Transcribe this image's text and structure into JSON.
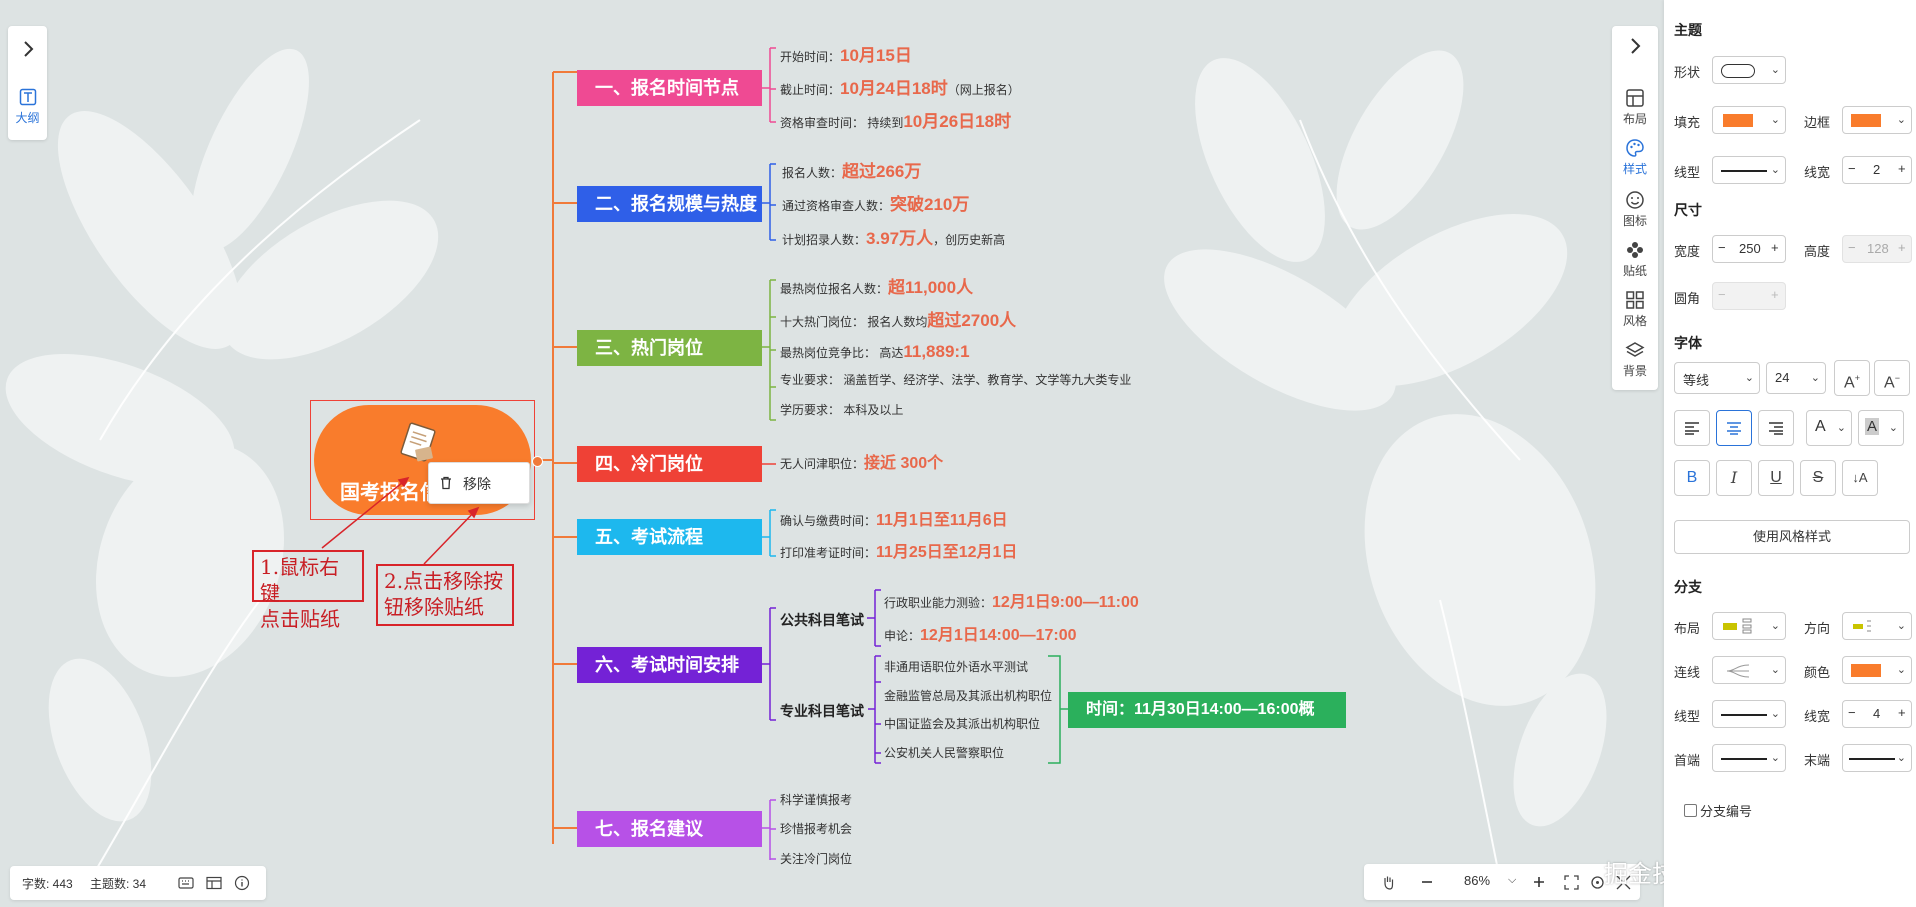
{
  "left_panel": {
    "expand_icon": "chevron-right-icon",
    "outline_label": "大纲"
  },
  "right_toolbar": {
    "items": [
      {
        "label": "布局",
        "icon": "layout-icon"
      },
      {
        "label": "样式",
        "icon": "palette-icon"
      },
      {
        "label": "图标",
        "icon": "smile-icon"
      },
      {
        "label": "贴纸",
        "icon": "sticker-icon"
      },
      {
        "label": "风格",
        "icon": "grid-icon"
      },
      {
        "label": "背景",
        "icon": "layers-icon"
      }
    ]
  },
  "mindmap": {
    "root": {
      "label": "国考报名信"
    },
    "context_menu": {
      "remove_label": "移除"
    },
    "annotations": {
      "note1_line1": "1.鼠标右键",
      "note1_line2": "点击贴纸",
      "note2_line1": "2.点击移除按",
      "note2_line2": "钮移除贴纸"
    },
    "topics": [
      {
        "label": "一、报名时间节点",
        "color": "#ef4a93"
      },
      {
        "label": "二、报名规模与热度",
        "color": "#2f5fe8"
      },
      {
        "label": "三、热门岗位",
        "color": "#7db443"
      },
      {
        "label": "四、冷门岗位",
        "color": "#ef4136"
      },
      {
        "label": "五、考试流程",
        "color": "#1db8ee"
      },
      {
        "label": "六、考试时间安排",
        "color": "#7422d6"
      },
      {
        "label": "七、报名建议",
        "color": "#b751e7"
      }
    ],
    "t1": [
      {
        "pre": "开始时间：",
        "hl": "10月15日",
        "post": ""
      },
      {
        "pre": "截止时间：",
        "hl": "10月24日18时",
        "post": "（网上报名）"
      },
      {
        "pre": "资格审查时间：   持续到",
        "hl": "10月26日18时",
        "post": ""
      }
    ],
    "t2": [
      {
        "pre": "报名人数：",
        "hl": "超过266万",
        "post": ""
      },
      {
        "pre": "通过资格审查人数：",
        "hl": "突破210万",
        "post": ""
      },
      {
        "pre": "计划招录人数：",
        "hl": "3.97万人",
        "post": "，创历史新高"
      }
    ],
    "t3": [
      {
        "pre": "最热岗位报名人数：",
        "hl": "超11,000人",
        "post": ""
      },
      {
        "pre": "十大热门岗位：    报名人数均",
        "hl": "超过2700人",
        "post": ""
      },
      {
        "pre": "最热岗位竞争比：   高达",
        "hl": "11,889:1",
        "post": ""
      },
      {
        "pre": "专业要求：    涵盖哲学、经济学、法学、教育学、文学等九大类专业",
        "hl": "",
        "post": ""
      },
      {
        "pre": "学历要求：    本科及以上",
        "hl": "",
        "post": ""
      }
    ],
    "t4": [
      {
        "pre": "无人问津职位：",
        "hl": "接近 300个",
        "post": ""
      }
    ],
    "t5": [
      {
        "pre": "确认与缴费时间：",
        "hl": "11月1日至11月6日",
        "post": ""
      },
      {
        "pre": "打印准考证时间：",
        "hl": "11月25日至12月1日",
        "post": ""
      }
    ],
    "t6": {
      "public": {
        "label": "公共科目笔试",
        "items": [
          {
            "pre": "行政职业能力测验：",
            "hl": "12月1日9:00—11:00"
          },
          {
            "pre": "申论：",
            "hl": "12月1日14:00—17:00"
          }
        ]
      },
      "major": {
        "label": "专业科目笔试",
        "items": [
          "非通用语职位外语水平测试",
          "金融监管总局及其派出机构职位",
          "中国证监会及其派出机构职位",
          "公安机关人民警察职位"
        ],
        "summary": "时间：11月30日14:00—16:00概"
      }
    },
    "t7": [
      "科学谨慎报考",
      "珍惜报考机会",
      "关注冷门岗位"
    ]
  },
  "status": {
    "word_count_label": "字数: 443",
    "topic_count_label": "主题数: 34"
  },
  "zoom": {
    "level": "86%"
  },
  "watermark": "掘金技术社区 @ 图形天下",
  "props": {
    "theme_title": "主题",
    "shape_label": "形状",
    "fill_label": "填充",
    "fill_color": "#f97c2c",
    "border_label": "边框",
    "border_color": "#f97c2c",
    "line_type_label": "线型",
    "line_width_label": "线宽",
    "line_width": "2",
    "size_title": "尺寸",
    "width_label": "宽度",
    "width_value": "250",
    "height_label": "高度",
    "height_value": "128",
    "radius_label": "圆角",
    "font_title": "字体",
    "font_family": "等线",
    "font_size": "24",
    "style_button": "使用风格样式",
    "branch_title": "分支",
    "layout_label": "布局",
    "direction_label": "方向",
    "connector_label": "连线",
    "color_label": "颜色",
    "branch_color": "#f97c2c",
    "branch_line_type_label": "线型",
    "branch_line_width_label": "线宽",
    "branch_line_width": "4",
    "start_label": "首端",
    "end_label": "末端",
    "numbering_label": "分支编号"
  }
}
